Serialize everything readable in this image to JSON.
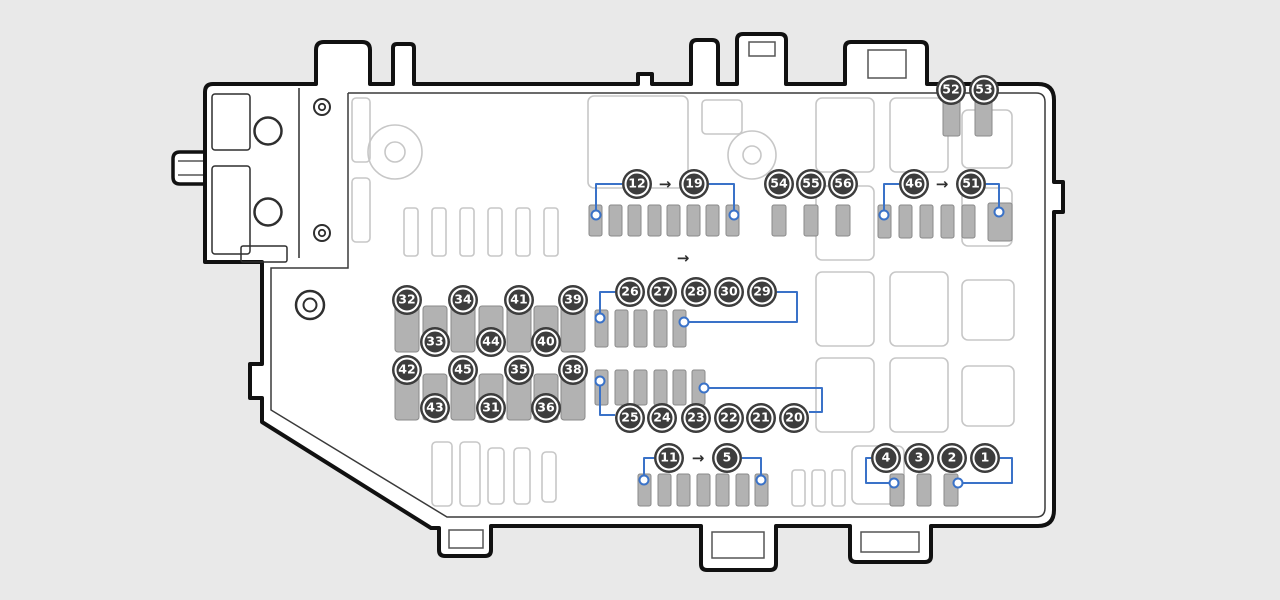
{
  "diagram": {
    "kind": "fuse-box-layout",
    "description": "Vehicle fuse box diagram with numbered fuse and relay positions"
  },
  "colors": {
    "background": "#e9e9e9",
    "body_fill": "#ffffff",
    "outline": "#111111",
    "detail_light": "#c7c7c7",
    "fuse_fill": "#b2b2b2",
    "badge_fill": "#3d3d3d",
    "badge_text": "#ffffff",
    "connector_blue": "#3a72c8"
  },
  "badges": {
    "b52": "52",
    "b53": "53",
    "b12": "12",
    "b19": "19",
    "b54": "54",
    "b55": "55",
    "b56": "56",
    "b46": "46",
    "b51": "51",
    "b26": "26",
    "b27": "27",
    "b28": "28",
    "b30": "30",
    "b29": "29",
    "b32": "32",
    "b34": "34",
    "b41": "41",
    "b39": "39",
    "b33": "33",
    "b44": "44",
    "b40": "40",
    "b42": "42",
    "b45": "45",
    "b35": "35",
    "b38": "38",
    "b43": "43",
    "b31": "31",
    "b36": "36",
    "b25": "25",
    "b24": "24",
    "b23": "23",
    "b22": "22",
    "b21": "21",
    "b20": "20",
    "b11": "11",
    "b5": "5",
    "b4": "4",
    "b3": "3",
    "b2": "2",
    "b1": "1"
  },
  "arrows": {
    "top_mid": "→",
    "top_right": "→",
    "mid": "→",
    "bottom_mid": "→"
  }
}
